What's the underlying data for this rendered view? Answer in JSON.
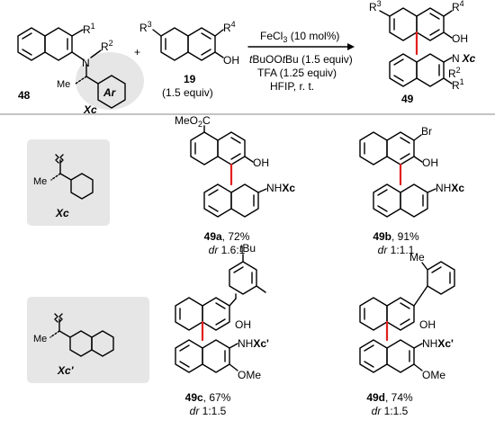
{
  "reaction": {
    "reagent_1": "FeCl",
    "reagent_1_sub": "3",
    "reagent_1_load": " (10 mol%)",
    "oxidant_t1": "t",
    "oxidant_body": "BuOO",
    "oxidant_t2": "t",
    "oxidant_tail": "Bu (1.5 equiv)",
    "additive": "TFA (1.25 equiv)",
    "solvent_cond": "HFIP, r. t."
  },
  "substrates": {
    "amine_label": "48",
    "naphthol_label": "19",
    "naphthol_equiv": "(1.5 equiv)",
    "product_label": "49",
    "plus": "+"
  },
  "groups": {
    "R1": "R",
    "R1_sup": "1",
    "R2": "R",
    "R2_sup": "2",
    "R3": "R",
    "R3_sup": "3",
    "R4": "R",
    "R4_sup": "4",
    "OH": "OH",
    "N": "N",
    "Me": "Me",
    "Ar": "Ar",
    "Xc": "Xc",
    "Xc_prime": "Xc'",
    "NHXc": "NH",
    "NHXc_bold": "Xc",
    "NHXc_prime_bold": "Xc'",
    "MeO2C": "MeO",
    "MeO2C_sub": "2",
    "MeO2C_tail": "C",
    "Br": "Br",
    "OMe": "OMe",
    "tBu_t": "t",
    "tBu": "Bu"
  },
  "products": [
    {
      "id": "49a",
      "yield": ", 72%",
      "dr_label": "dr",
      "dr": " 1.6:1"
    },
    {
      "id": "49b",
      "yield": ", 91%",
      "dr_label": "dr",
      "dr": " 1:1.1"
    },
    {
      "id": "49c",
      "yield": ", 67%",
      "dr_label": "dr",
      "dr": " 1:1.5"
    },
    {
      "id": "49d",
      "yield": ", 74%",
      "dr_label": "dr",
      "dr": " 1:1.5"
    }
  ],
  "colors": {
    "biaryl_bond": "#e0201b",
    "aux_box": "#e6e6e6",
    "separator": "#888888"
  }
}
